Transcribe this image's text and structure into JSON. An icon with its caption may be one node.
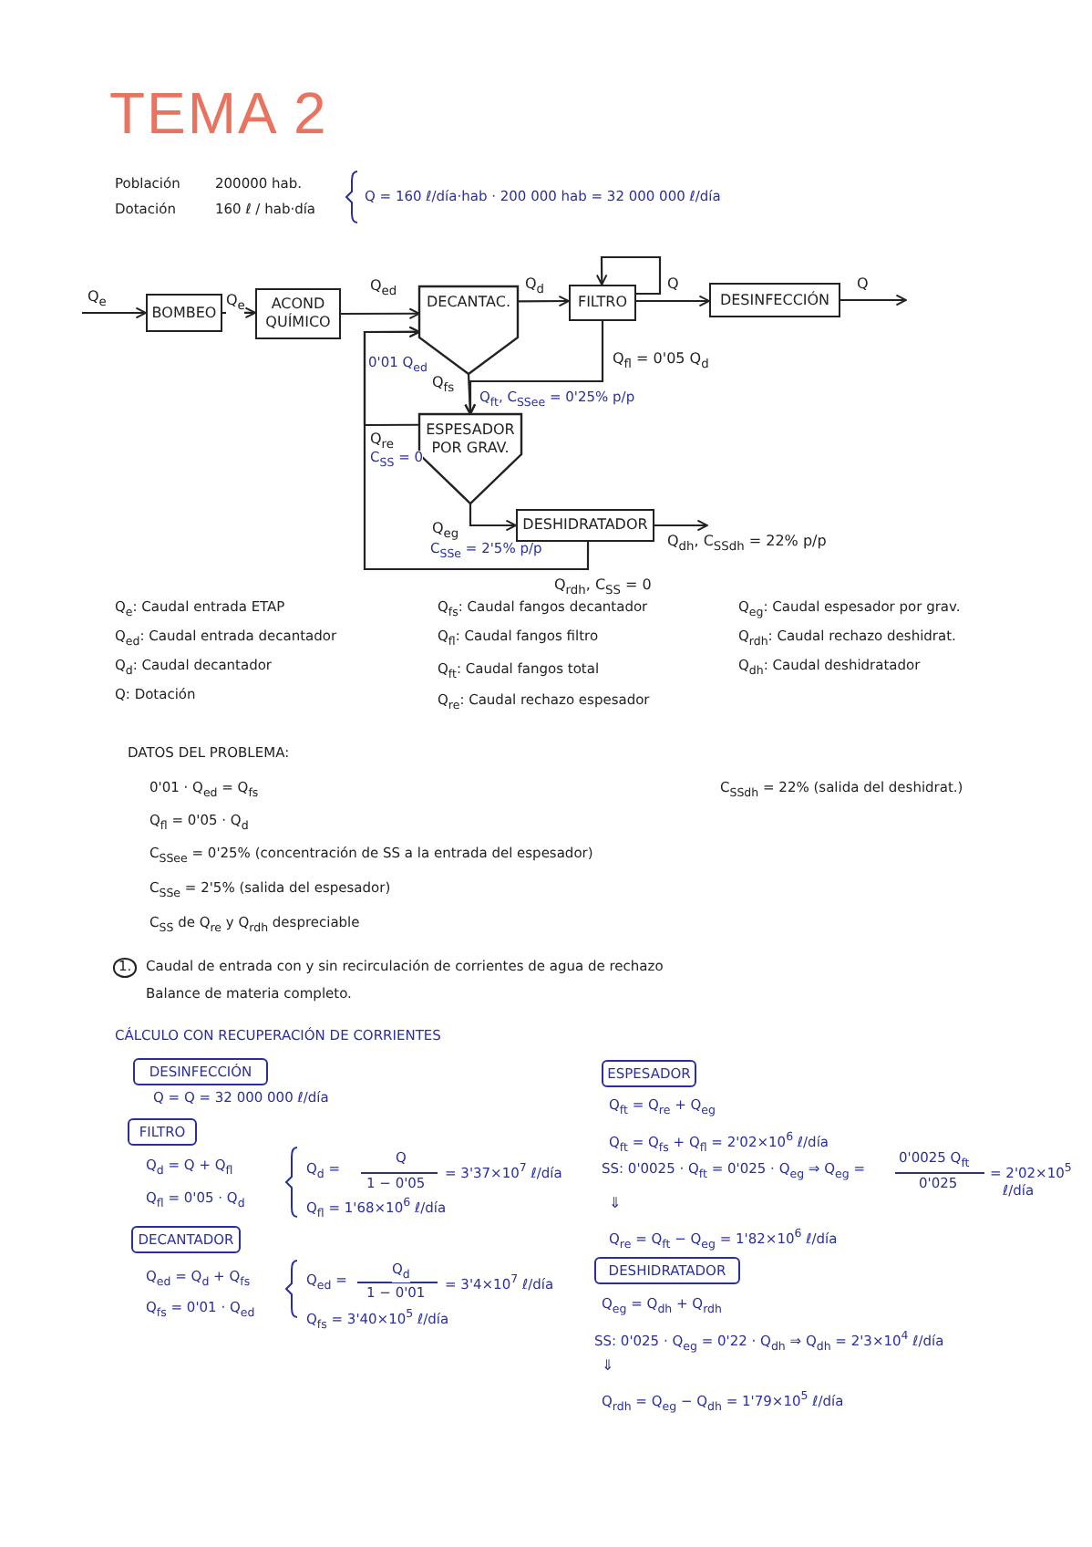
{
  "diagram": {
    "title": "TEMA 2",
    "nodes": [
      {
        "text": [
          "BOMBEO"
        ]
      },
      {
        "text": [
          "ACOND QUÍMICO"
        ]
      },
      {
        "text": [
          "DECANTAC."
        ]
      },
      {
        "text": [
          "FILTRO"
        ]
      },
      {
        "text": [
          "DESINFECCIÓN"
        ]
      },
      {
        "text": [
          "ESPESADOR POR GRAV."
        ]
      },
      {
        "text": [
          "DESHIDRATADOR"
        ]
      },
      {
        "text": [
          "DESINFECCIÓN"
        ]
      },
      {
        "text": [
          "FILTRO"
        ]
      },
      {
        "text": [
          "DECANTADOR"
        ]
      },
      {
        "text": [
          "ESPESADOR"
        ]
      },
      {
        "text": [
          "DESHIDRATADOR"
        ]
      }
    ],
    "edges": [
      {
        "from": null,
        "to": 0,
        "arrow": "to",
        "label": "Q$_{e}$"
      },
      {
        "from": 0,
        "to": 1,
        "arrow": "to",
        "label": "Q$_{e}$"
      },
      {
        "from": 1,
        "to": 2,
        "arrow": "to",
        "label": "Q$_{ed}$"
      },
      {
        "from": 2,
        "to": 3,
        "arrow": "to",
        "label": "Q$_{d}$"
      },
      {
        "from": 3,
        "to": 4,
        "arrow": "to",
        "label": "Q"
      },
      {
        "from": 4,
        "to": null,
        "arrow": "to",
        "label": "Q"
      },
      {
        "from": 3,
        "to": 3,
        "arrow": "to"
      },
      {
        "from": 3,
        "to": 5,
        "arrow": "to",
        "label": "Q$_{fl}$ = 0'05 Q$_{d}$"
      },
      {
        "from": 2,
        "to": 5,
        "arrow": "to",
        "label": "Q$_{fs}$"
      },
      {
        "from": 5,
        "to": 2,
        "arrow": "to",
        "label": "Q$_{re}$"
      },
      {
        "from": 6,
        "to": 2,
        "arrow": "to",
        "label": "Q$_{rdh}$, C$_{SS}$ = 0"
      },
      {
        "from": 5,
        "to": 6,
        "arrow": "to",
        "label": "Q$_{eg}$"
      },
      {
        "from": 6,
        "to": null,
        "arrow": "to",
        "label": "Q$_{dh}$, C$_{SSdh}$ = 22% p/p"
      }
    ],
    "labels": [
      "Población",
      "200000 hab.",
      "Dotación",
      "160 ℓ / hab·día",
      "Q = 160 ℓ/día·hab · 200 000 hab = 32 000 000 ℓ/día",
      "0'01 Q$_{ed}$",
      "Q$_{ft}$, C$_{SSee}$ = 0'25% p/p",
      "C$_{SS}$ = 0",
      "C$_{SSe}$ = 2'5% p/p",
      "Q$_{e}$: Caudal entrada ETAP",
      "Q$_{fs}$: Caudal fangos decantador",
      "Q$_{eg}$: Caudal espesador por grav.",
      "Q$_{ed}$: Caudal entrada decantador",
      "Q$_{fl}$: Caudal fangos filtro",
      "Q$_{rdh}$: Caudal rechazo deshidrat.",
      "Q$_{d}$: Caudal decantador",
      "Q$_{ft}$: Caudal fangos total",
      "Q$_{dh}$: Caudal deshidratador",
      "Q: Dotación",
      "Q$_{re}$: Caudal rechazo espesador",
      "DATOS DEL PROBLEMA:",
      "0'01 · Q$_{ed}$ = Q$_{fs}$",
      "C$_{SSdh}$ = 22% (salida del deshidrat.)",
      "Q$_{fl}$ = 0'05 · Q$_{d}$",
      "C$_{SSee}$ = 0'25% (concentración de SS a la entrada del espesador)",
      "C$_{SSe}$ = 2'5% (salida del espesador)",
      "C$_{SS}$ de Q$_{re}$ y Q$_{rdh}$ despreciable",
      "1.",
      "Caudal de entrada con y sin recirculación de corrientes de agua de rechazo",
      "Balance de materia completo.",
      "CÁLCULO CON RECUPERACIÓN DE CORRIENTES",
      "Q = Q = 32 000 000 ℓ/día",
      "Q$_{d}$ = Q + Q$_{fl}$",
      "Q$_{fl}$ = 0'05 · Q$_{d}$",
      "Q$_{d}$ =",
      "Q",
      "1 − 0'05",
      "= 3'37×10$^{7}$ ℓ/día",
      "Q$_{fl}$ = 1'68×10$^{6}$ ℓ/día",
      "Q$_{ed}$ = Q$_{d}$ + Q$_{fs}$",
      "Q$_{fs}$ = 0'01 · Q$_{ed}$",
      "Q$_{ed}$ =",
      "Q$_{d}$",
      "1 − 0'01",
      "= 3'4×10$^{7}$ ℓ/día",
      "Q$_{fs}$ = 3'40×10$^{5}$ ℓ/día",
      "Q$_{ft}$ = Q$_{re}$ + Q$_{eg}$",
      "Q$_{ft}$ = Q$_{fs}$ + Q$_{fl}$ = 2'02×10$^{6}$ ℓ/día",
      "SS: 0'0025 · Q$_{ft}$ = 0'025 · Q$_{eg}$ ⇒ Q$_{eg}$ =",
      "0'0025 Q$_{ft}$",
      "0'025",
      "= 2'02×10$^{5}$",
      "ℓ/día",
      "⇓",
      "Q$_{re}$ = Q$_{ft}$ − Q$_{eg}$ = 1'82×10$^{6}$ ℓ/día",
      "Q$_{eg}$ = Q$_{dh}$ + Q$_{rdh}$",
      "SS: 0'025 · Q$_{eg}$ = 0'22 · Q$_{dh}$ ⇒ Q$_{dh}$ = 2'3×10$^{4}$ ℓ/día",
      "⇓",
      "Q$_{rdh}$ = Q$_{eg}$ − Q$_{dh}$ = 1'79×10$^{5}$ ℓ/día"
    ]
  }
}
